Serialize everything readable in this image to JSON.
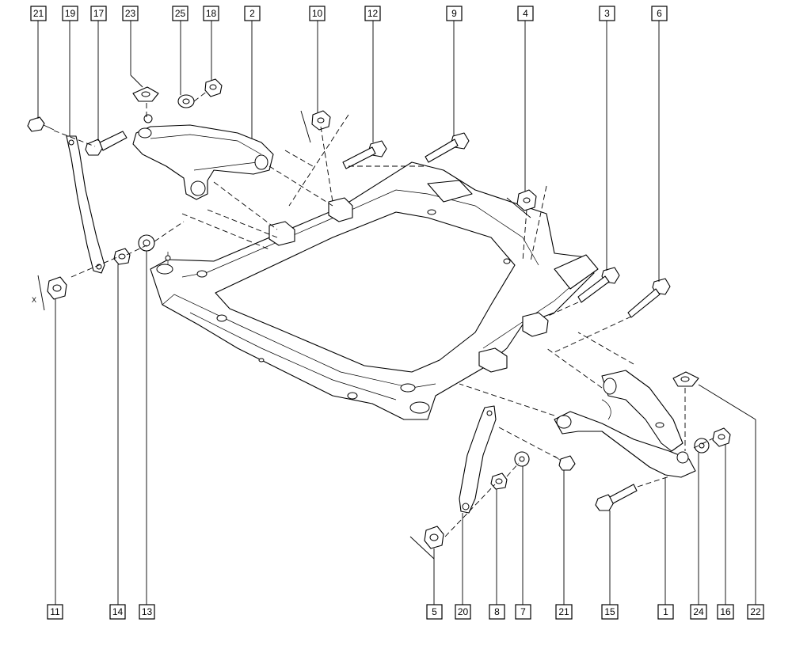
{
  "callouts": {
    "c21a": "21",
    "c19": "19",
    "c17": "17",
    "c23": "23",
    "c25": "25",
    "c18": "18",
    "c2": "2",
    "c10": "10",
    "c12": "12",
    "c9": "9",
    "c4": "4",
    "c3": "3",
    "c6": "6",
    "c11": "11",
    "c14": "14",
    "c13": "13",
    "c5": "5",
    "c20": "20",
    "c8": "8",
    "c7": "7",
    "c21b": "21",
    "c15": "15",
    "c1": "1",
    "c24": "24",
    "c16": "16",
    "c22": "22"
  },
  "annotations": {
    "dim_x": "X"
  }
}
